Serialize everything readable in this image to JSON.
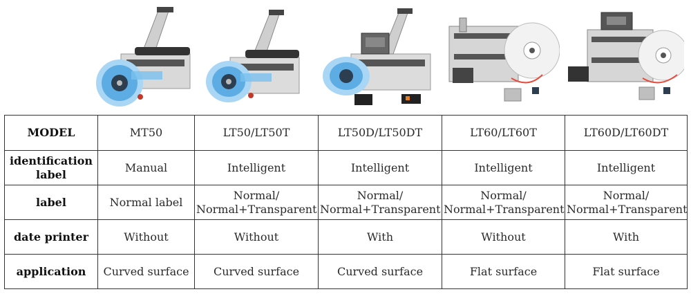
{
  "machines": [
    {
      "model": "MT50",
      "type": "round"
    },
    {
      "model": "LT50/LT50T",
      "type": "round"
    },
    {
      "model": "LT50D/LT50DT",
      "type": "round-printer"
    },
    {
      "model": "LT60/LT60T",
      "type": "flat"
    },
    {
      "model": "LT60D/LT60DT",
      "type": "flat-printer"
    }
  ],
  "table": {
    "rows": [
      {
        "header": [
          "MODEL"
        ],
        "cells": [
          [
            "MT50"
          ],
          [
            "LT50/LT50T"
          ],
          [
            "LT50D/LT50DT"
          ],
          [
            "LT60/LT60T"
          ],
          [
            "LT60D/LT60DT"
          ]
        ]
      },
      {
        "header": [
          "identification",
          "label"
        ],
        "cells": [
          [
            "Manual"
          ],
          [
            "Intelligent"
          ],
          [
            "Intelligent"
          ],
          [
            "Intelligent"
          ],
          [
            "Intelligent"
          ]
        ]
      },
      {
        "header": [
          "label"
        ],
        "cells": [
          [
            "Normal label"
          ],
          [
            "Normal/",
            "Normal+Transparent"
          ],
          [
            "Normal/",
            "Normal+Transparent"
          ],
          [
            "Normal/",
            "Normal+Transparent"
          ],
          [
            "Normal/",
            "Normal+Transparent"
          ]
        ]
      },
      {
        "header": [
          "date printer"
        ],
        "cells": [
          [
            "Without"
          ],
          [
            "Without"
          ],
          [
            "With"
          ],
          [
            "Without"
          ],
          [
            "With"
          ]
        ]
      },
      {
        "header": [
          "application"
        ],
        "cells": [
          [
            "Curved surface"
          ],
          [
            "Curved surface"
          ],
          [
            "Curved surface"
          ],
          [
            "Flat surface"
          ],
          [
            "Flat surface"
          ]
        ]
      }
    ]
  }
}
